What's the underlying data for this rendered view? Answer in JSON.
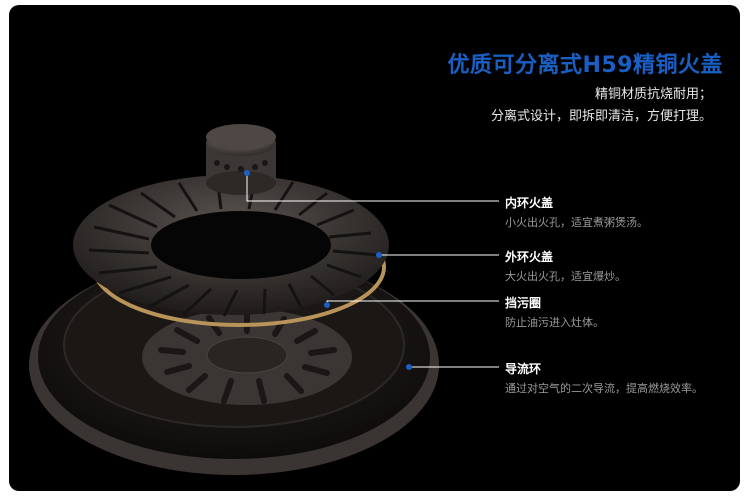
{
  "header": {
    "title": "优质可分离式H59精铜火盖",
    "line1": "精铜材质抗烧耐用；",
    "line2": "分离式设计，即拆即清洁，方便打理。"
  },
  "callouts": [
    {
      "name": "内环火盖",
      "desc": "小火出火孔，适宜煮粥煲汤。"
    },
    {
      "name": "外环火盖",
      "desc": "大火出火孔，适宜爆炒。"
    },
    {
      "name": "挡污圈",
      "desc": "防止油污进入灶体。"
    },
    {
      "name": "导流环",
      "desc": "通过对空气的二次导流，提高燃烧效率。"
    }
  ],
  "colors": {
    "accent": "#1a5fc4",
    "background": "#000000"
  }
}
